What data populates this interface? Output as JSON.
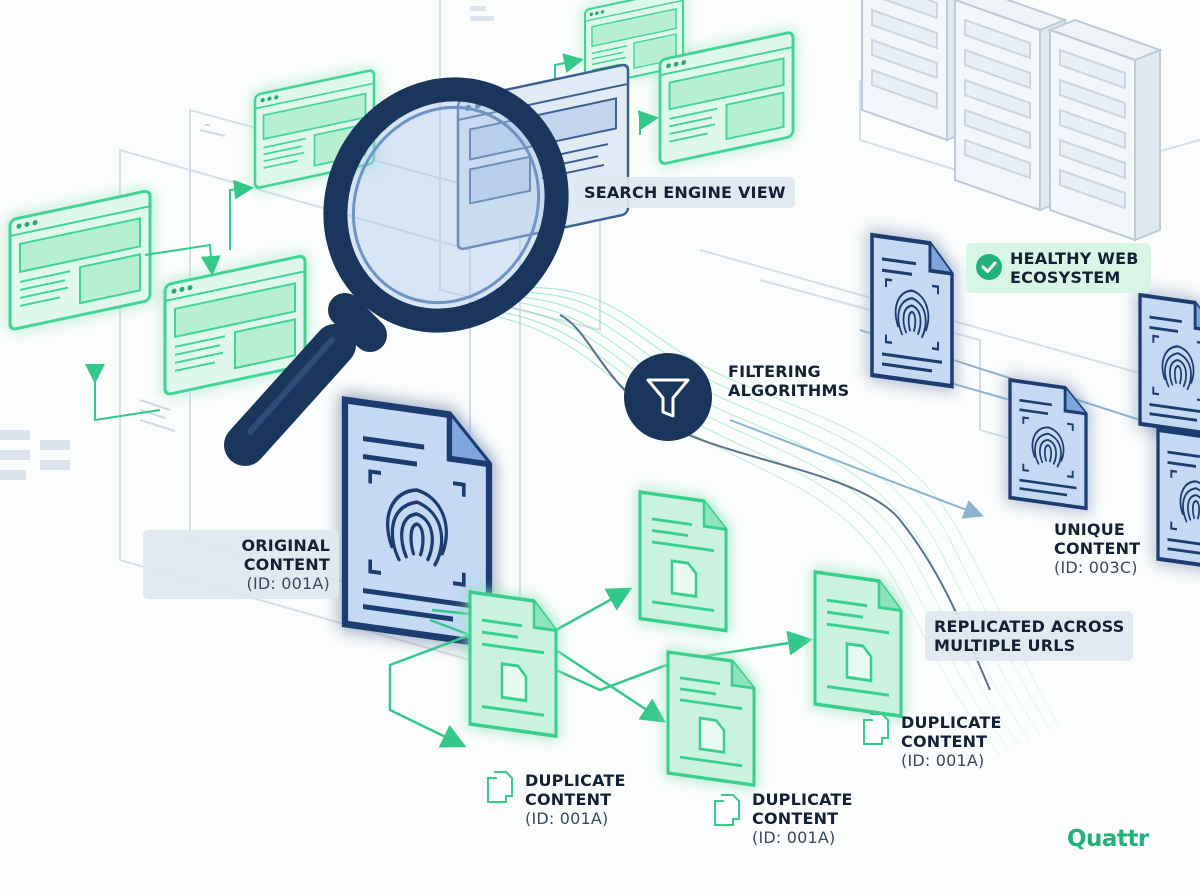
{
  "labels": {
    "search_engine_view": "SEARCH ENGINE VIEW",
    "filtering_line1": "FILTERING",
    "filtering_line2": "ALGORITHMS",
    "healthy_line1": "HEALTHY WEB",
    "healthy_line2": "ECOSYSTEM",
    "original_title": "ORIGINAL CONTENT",
    "original_id": "(ID: 001A)",
    "unique_line1": "UNIQUE",
    "unique_line2": "CONTENT",
    "unique_id": "(ID: 003C)",
    "replicated_line1": "REPLICATED ACROSS",
    "replicated_line2": "MULTIPLE URLS",
    "duplicate_line1": "DUPLICATE",
    "duplicate_line2": "CONTENT",
    "duplicate_id": "(ID: 001A)"
  },
  "brand": "Quattr",
  "icons": [
    "magnifying-glass-icon",
    "funnel-icon",
    "check-circle-icon",
    "fingerprint-icon",
    "document-icon",
    "server-rack-icon",
    "browser-window-icon"
  ],
  "colors": {
    "navy": "#1b365d",
    "blue_doc": "#bcd4f5",
    "blue_edge": "#2f5ea8",
    "green": "#2fd08a",
    "green_fill": "#d9f7e8",
    "green_glow": "#6ee7b1",
    "brand": "#20b27a",
    "label_bg": "#dee8f0"
  }
}
